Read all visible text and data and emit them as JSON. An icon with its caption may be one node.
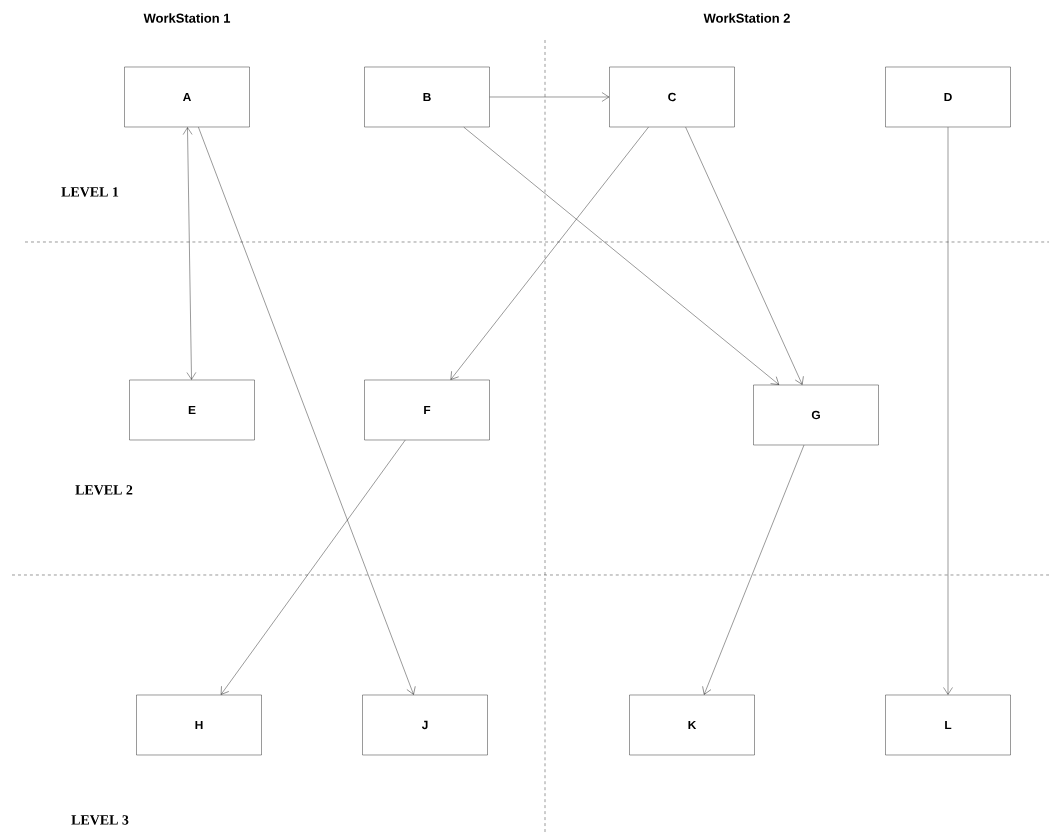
{
  "diagram": {
    "nodes": [
      {
        "text": [
          "A"
        ]
      },
      {
        "text": [
          "B"
        ]
      },
      {
        "text": [
          "C"
        ]
      },
      {
        "text": [
          "D"
        ]
      },
      {
        "text": [
          "E"
        ]
      },
      {
        "text": [
          "F"
        ]
      },
      {
        "text": [
          "G"
        ]
      },
      {
        "text": [
          "H"
        ]
      },
      {
        "text": [
          "J"
        ]
      },
      {
        "text": [
          "K"
        ]
      },
      {
        "text": [
          "L"
        ]
      }
    ],
    "edges": [
      {
        "from": 1,
        "to": 2,
        "arrow": "to"
      },
      {
        "from": 1,
        "to": 6,
        "arrow": "to"
      },
      {
        "from": 2,
        "to": 5,
        "arrow": "to"
      },
      {
        "from": 2,
        "to": 6,
        "arrow": "to"
      },
      {
        "from": 0,
        "to": 4,
        "arrow": "both"
      },
      {
        "from": 0,
        "to": 8,
        "arrow": "to"
      },
      {
        "from": 3,
        "to": 10,
        "arrow": "to"
      },
      {
        "from": 5,
        "to": 7,
        "arrow": "to"
      },
      {
        "from": 6,
        "to": 9,
        "arrow": "to"
      }
    ],
    "labels": [
      "WorkStation 1",
      "WorkStation 2",
      "LEVEL 1",
      "LEVEL 2",
      "LEVEL 3"
    ]
  }
}
